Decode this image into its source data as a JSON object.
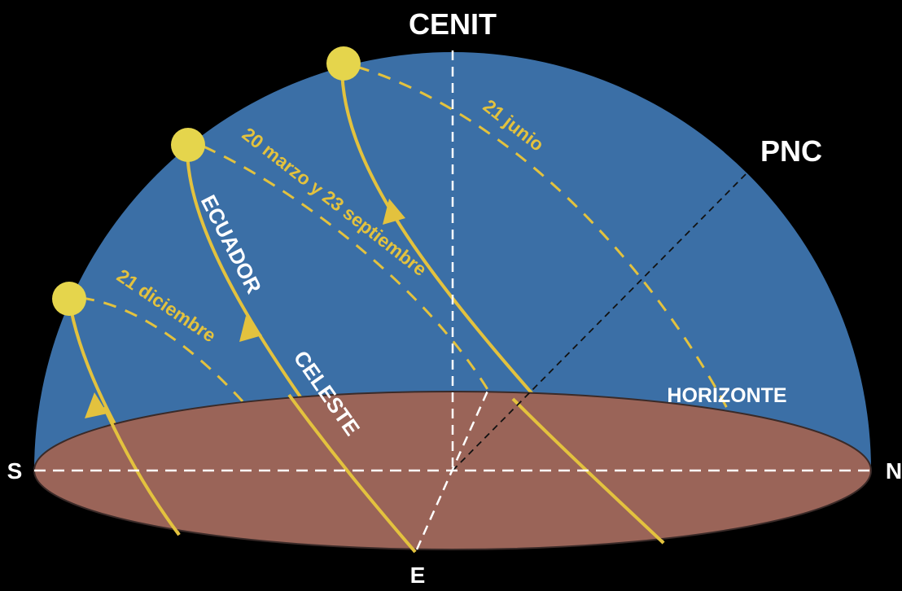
{
  "labels": {
    "zenith": "CENIT",
    "pole": "PNC",
    "horizon": "HORIZONTE",
    "south": "S",
    "north": "N",
    "east": "E",
    "equator_word1": "ECUADOR",
    "equator_word2": "CELESTE"
  },
  "paths": [
    {
      "date": "21 junio"
    },
    {
      "date": "20 marzo y 23 septiembre"
    },
    {
      "date": "21 diciembre"
    }
  ],
  "colors": {
    "background": "#000000",
    "sky": "#3b6fa6",
    "ground": "#9a6458",
    "sun": "#e5d54c",
    "path": "#e3c23e",
    "text": "#ffffff"
  }
}
